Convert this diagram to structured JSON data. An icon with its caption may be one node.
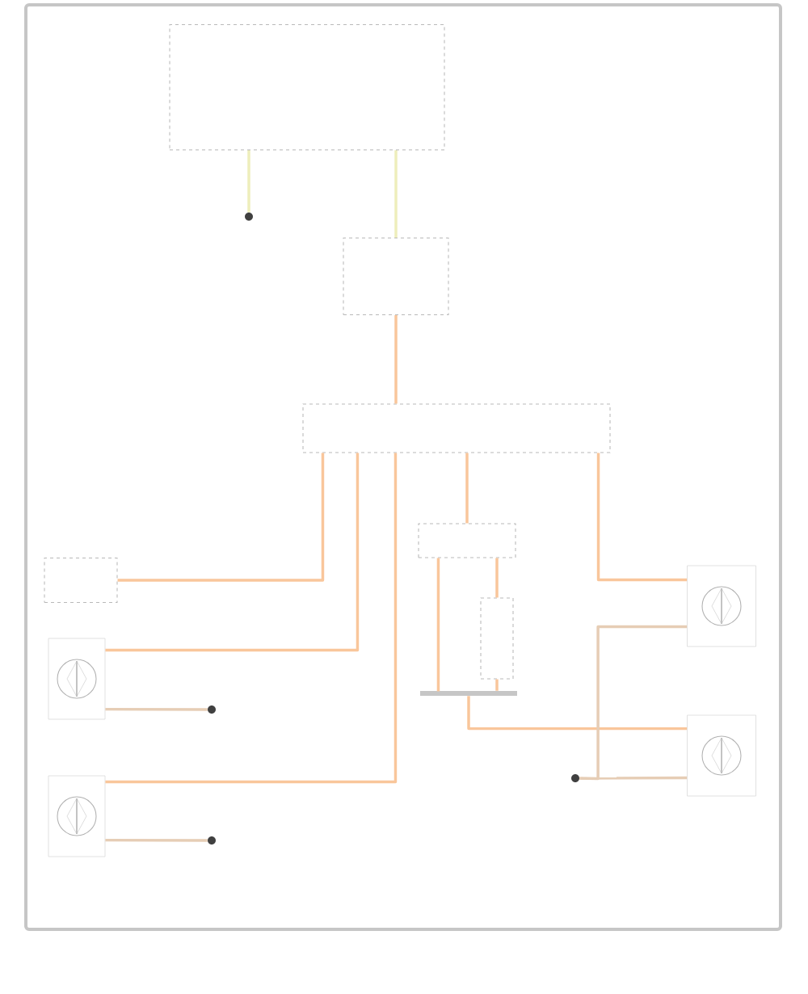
{
  "diagram": {
    "nodes": [
      {
        "text": [],
        "shape": "box"
      },
      {
        "text": [],
        "shape": "dot"
      },
      {
        "text": [],
        "shape": "box"
      },
      {
        "text": [],
        "shape": "box"
      },
      {
        "text": [],
        "shape": "box"
      },
      {
        "text": [],
        "shape": "lamp"
      },
      {
        "text": [],
        "shape": "dot"
      },
      {
        "text": [],
        "shape": "lamp"
      },
      {
        "text": [],
        "shape": "dot"
      },
      {
        "text": [],
        "shape": "box"
      },
      {
        "text": [],
        "shape": "box"
      },
      {
        "text": [],
        "shape": "bar"
      },
      {
        "text": [],
        "shape": "lamp"
      },
      {
        "text": [],
        "shape": "lamp"
      },
      {
        "text": [],
        "shape": "dot"
      }
    ],
    "edges": [
      {
        "from": 0,
        "to": 1,
        "arrow": "none",
        "color": "#eeeebb"
      },
      {
        "from": 0,
        "to": 2,
        "arrow": "none",
        "color": "#eeeebb"
      },
      {
        "from": 2,
        "to": 3,
        "arrow": "none"
      },
      {
        "from": 3,
        "to": 4,
        "arrow": "none"
      },
      {
        "from": 3,
        "to": 5,
        "arrow": "none"
      },
      {
        "from": 3,
        "to": 7,
        "arrow": "none"
      },
      {
        "from": 3,
        "to": 9,
        "arrow": "none"
      },
      {
        "from": 3,
        "to": 12,
        "arrow": "none"
      },
      {
        "from": 5,
        "to": 6,
        "arrow": "none",
        "color": "#e6cdb5"
      },
      {
        "from": 7,
        "to": 8,
        "arrow": "none",
        "color": "#e6cdb5"
      },
      {
        "from": 9,
        "to": 11,
        "arrow": "none"
      },
      {
        "from": 9,
        "to": 10,
        "arrow": "none"
      },
      {
        "from": 10,
        "to": 11,
        "arrow": "none"
      },
      {
        "from": 11,
        "to": 13,
        "arrow": "none"
      },
      {
        "from": 12,
        "to": 14,
        "arrow": "none",
        "color": "#e6cdb5"
      },
      {
        "from": 13,
        "to": 14,
        "arrow": "none",
        "color": "#e6cdb5"
      }
    ]
  }
}
